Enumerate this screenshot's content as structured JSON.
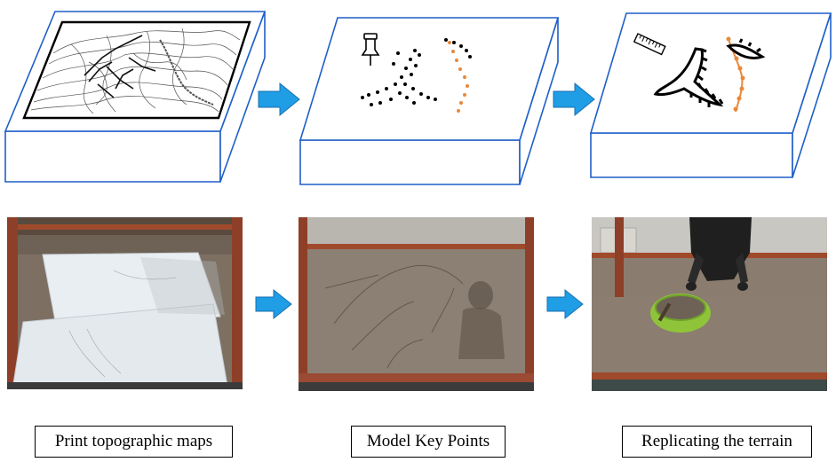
{
  "steps": [
    {
      "caption": "Print topographic maps"
    },
    {
      "caption": "Model Key Points"
    },
    {
      "caption": "Replicating the terrain"
    }
  ],
  "colors": {
    "box_outline": "#1f5fc8",
    "arrow": "#1f9ee6",
    "orange_points": "#e8883a",
    "sand": "#8a7c6f",
    "frame_red": "#b04a2c",
    "bowl_green": "#8fc43a"
  },
  "icons": [
    "pushpin-icon",
    "ruler-icon"
  ]
}
